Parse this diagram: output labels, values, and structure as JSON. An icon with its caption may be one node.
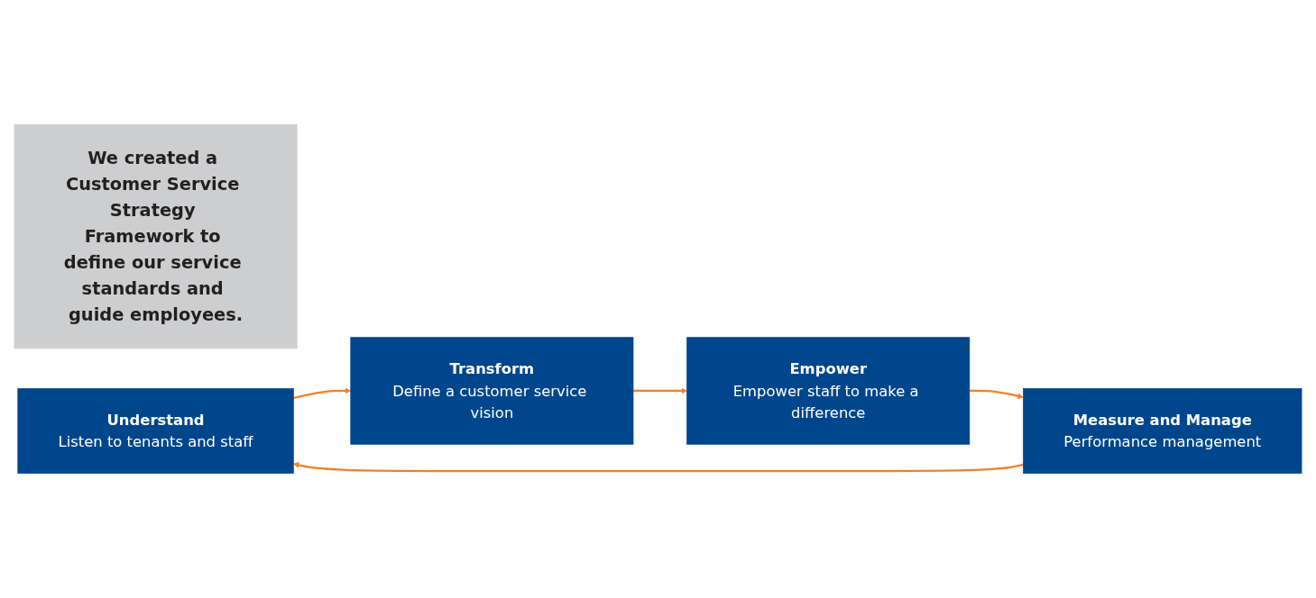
{
  "diagram": {
    "nodes": [
      {
        "text": [
          "We created a Customer Service Strategy Framework to define our service standards and guide employees."
        ]
      },
      {
        "text": [
          "Understand",
          "Listen to tenants and staff"
        ]
      },
      {
        "text": [
          "Transform",
          "Define a customer service vision"
        ]
      },
      {
        "text": [
          "Empower",
          "Empower staff to make a difference"
        ]
      },
      {
        "text": [
          "Measure and Manage",
          "Performance management"
        ]
      }
    ],
    "edges": [
      {
        "from": 1,
        "to": 2,
        "arrow": "to"
      },
      {
        "from": 2,
        "to": 3,
        "arrow": "to"
      },
      {
        "from": 3,
        "to": 4,
        "arrow": "to"
      },
      {
        "from": 4,
        "to": 1,
        "arrow": "to"
      }
    ]
  }
}
